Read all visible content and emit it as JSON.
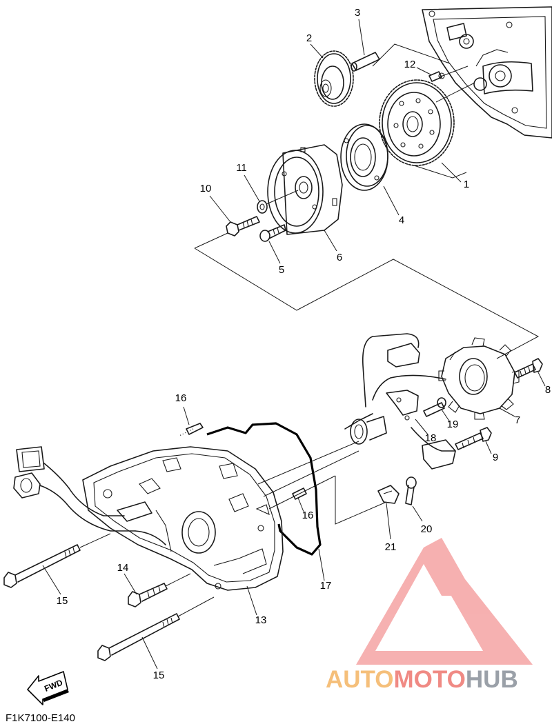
{
  "diagram_code": "F1K7100-E140",
  "fwd_label": "FWD",
  "logo": {
    "parts": [
      {
        "text": "AUTO",
        "color": "#f5bf7a"
      },
      {
        "text": "MOTO",
        "color": "#f08a84"
      },
      {
        "text": "HUB",
        "color": "#9aa0a8"
      }
    ],
    "triangle_color": "#f5a3a3"
  },
  "callouts": [
    "1",
    "2",
    "3",
    "4",
    "5",
    "6",
    "7",
    "8",
    "9",
    "10",
    "11",
    "12",
    "13",
    "14",
    "15",
    "15",
    "16",
    "16",
    "17",
    "18",
    "19",
    "20",
    "21"
  ]
}
